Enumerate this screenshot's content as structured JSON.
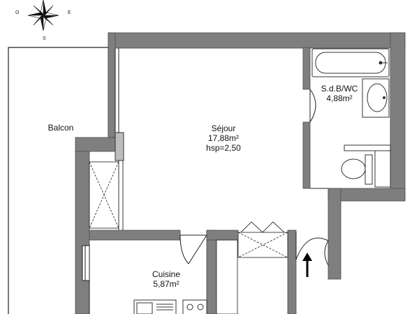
{
  "rooms": {
    "balcon": {
      "name": "Balcon"
    },
    "sejour": {
      "name": "Séjour",
      "area": "17,88m²",
      "height": "hsp=2,50"
    },
    "sdb": {
      "name": "S.d.B/WC",
      "area": "4,88m²"
    },
    "cuisine": {
      "name": "Cuisine",
      "area": "5,87m²"
    }
  },
  "compass": {
    "east": "E",
    "south": "S",
    "west": "O"
  },
  "colors": {
    "wall": "#7f7f7f",
    "wall_edge": "#4a4a4a",
    "line": "#222222",
    "fixture": "#333333",
    "background": "#ffffff"
  },
  "icons": [
    "compass-rose-icon",
    "entrance-arrow-icon",
    "bathtub-icon",
    "sink-icon",
    "toilet-icon",
    "stove-icon",
    "kitchen-sink-icon"
  ]
}
